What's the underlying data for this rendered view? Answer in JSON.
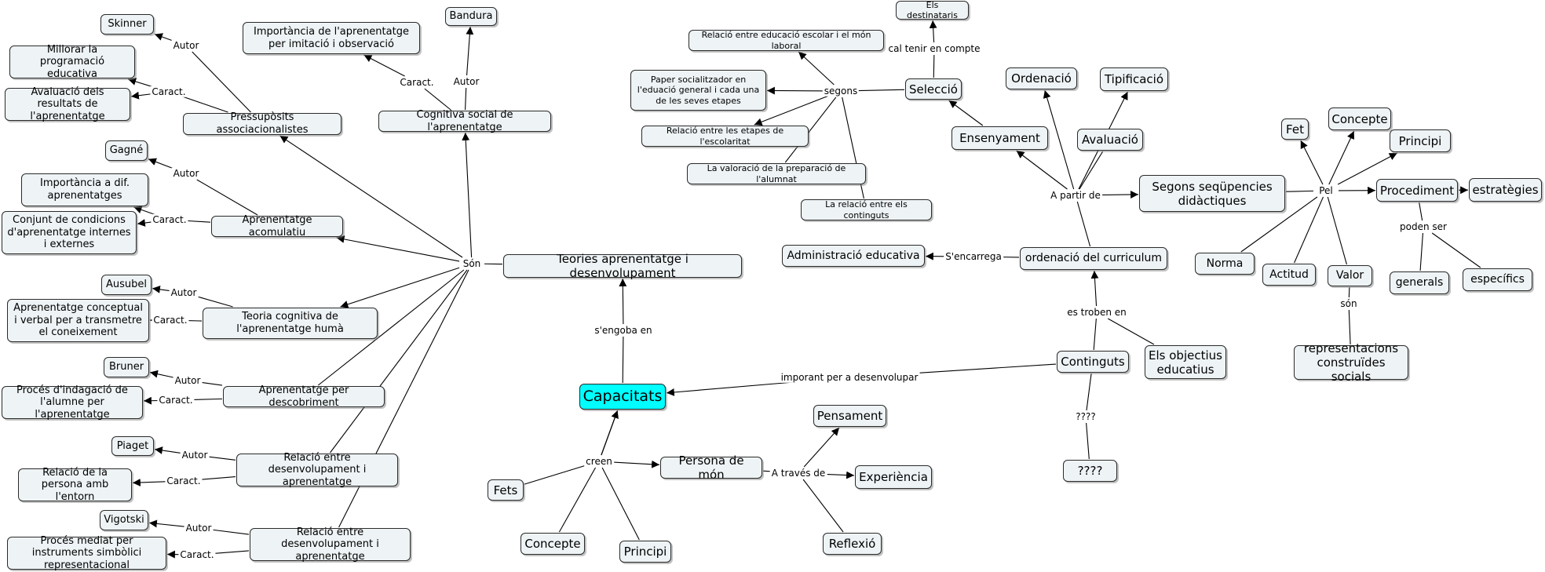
{
  "nodes": [
    {
      "id": "capacitats",
      "text": "Capacitats",
      "main": true
    },
    {
      "id": "teories",
      "text": "Teories aprenentatge i desenvolupament"
    },
    {
      "id": "persona",
      "text": "Persona de món"
    },
    {
      "id": "pensament",
      "text": "Pensament"
    },
    {
      "id": "experiencia",
      "text": "Experiència"
    },
    {
      "id": "reflexio",
      "text": "Reflexió"
    },
    {
      "id": "fets",
      "text": "Fets"
    },
    {
      "id": "concepte1",
      "text": "Concepte"
    },
    {
      "id": "principi1",
      "text": "Principi"
    },
    {
      "id": "skinner",
      "text": "Skinner"
    },
    {
      "id": "millorar",
      "text": "Millorar la programació educativa"
    },
    {
      "id": "avaluacio_res",
      "text": "Avaluació dels resultats de l'aprenentatge"
    },
    {
      "id": "pressuposits",
      "text": "Pressupòsits associacionalistes"
    },
    {
      "id": "importancia_imit",
      "text": "Importància de l'aprenentatge per imitació i observació"
    },
    {
      "id": "bandura",
      "text": "Bandura"
    },
    {
      "id": "cognitiva_social",
      "text": "Cognitiva social de l'aprenentatge"
    },
    {
      "id": "gagne",
      "text": "Gagné"
    },
    {
      "id": "importancia_dif",
      "text": "Importància a dif. aprenentatges"
    },
    {
      "id": "conjunt",
      "text": "Conjunt de condicions d'aprenentatge internes i externes"
    },
    {
      "id": "acomulatiu",
      "text": "Aprenentatge acomulatiu"
    },
    {
      "id": "ausubel",
      "text": "Ausubel"
    },
    {
      "id": "conceptual",
      "text": "Aprenentatge conceptual i verbal per a transmetre el coneixement"
    },
    {
      "id": "teoria_cog",
      "text": "Teoria cognitiva de l'aprenentatge humà"
    },
    {
      "id": "bruner",
      "text": "Bruner"
    },
    {
      "id": "indagacio",
      "text": "Procés d'indagació de l'alumne per l'aprenentatge"
    },
    {
      "id": "descobriment",
      "text": "Aprenentatge per descobriment"
    },
    {
      "id": "piaget",
      "text": "Piaget"
    },
    {
      "id": "relacio_persona",
      "text": "Relació de la persona amb l'entorn"
    },
    {
      "id": "relacio_des1",
      "text": "Relació entre desenvolupament i aprenentatge"
    },
    {
      "id": "vigotski",
      "text": "Vigotski"
    },
    {
      "id": "proces_mediat",
      "text": "Procés mediat per instruments simbòlici representacional"
    },
    {
      "id": "relacio_des2",
      "text": "Relació entre desenvolupament i aprenentatge"
    },
    {
      "id": "destinataris",
      "text": "Els destinataris"
    },
    {
      "id": "relacio_laboral",
      "text": "Relació entre educació escolar i el món laboral"
    },
    {
      "id": "paper",
      "text": "Paper socialitzador en l'eduació general i cada una de les seves etapes"
    },
    {
      "id": "relacio_etapes",
      "text": "Relació entre les etapes de l'escolaritat"
    },
    {
      "id": "valoracio",
      "text": "La valoració de la preparació de l'alumnat"
    },
    {
      "id": "relacio_continguts",
      "text": "La relació entre els continguts"
    },
    {
      "id": "seleccio",
      "text": "Selecció"
    },
    {
      "id": "ordenacio",
      "text": "Ordenació"
    },
    {
      "id": "tipificacio",
      "text": "Tipificació"
    },
    {
      "id": "ensenyament",
      "text": "Ensenyament"
    },
    {
      "id": "avaluacio",
      "text": "Avaluació"
    },
    {
      "id": "segons_seq",
      "text": "Segons seqüpencies didàctiques"
    },
    {
      "id": "admin",
      "text": "Administració educativa"
    },
    {
      "id": "ordenacio_curr",
      "text": "ordenació del curriculum"
    },
    {
      "id": "continguts",
      "text": "Continguts"
    },
    {
      "id": "objectius",
      "text": "Els objectius educatius"
    },
    {
      "id": "qmarks",
      "text": "????"
    },
    {
      "id": "fet",
      "text": "Fet"
    },
    {
      "id": "concepte2",
      "text": "Concepte"
    },
    {
      "id": "principi2",
      "text": "Principi"
    },
    {
      "id": "procediment",
      "text": "Procediment"
    },
    {
      "id": "estrategies",
      "text": "estratègies"
    },
    {
      "id": "norma",
      "text": "Norma"
    },
    {
      "id": "actitud",
      "text": "Actitud"
    },
    {
      "id": "valor",
      "text": "Valor"
    },
    {
      "id": "generals",
      "text": "generals"
    },
    {
      "id": "especifics",
      "text": "específics"
    },
    {
      "id": "representacions",
      "text": "representacions construïdes socials"
    }
  ],
  "link_labels": [
    {
      "id": "lbl_son",
      "text": "Són"
    },
    {
      "id": "lbl_sengoba",
      "text": "s'engoba en"
    },
    {
      "id": "lbl_creen",
      "text": "creen"
    },
    {
      "id": "lbl_atraves",
      "text": "A través de"
    },
    {
      "id": "lbl_imporant",
      "text": "imporant per a desenvolupar"
    },
    {
      "id": "lbl_estroben",
      "text": "es troben en"
    },
    {
      "id": "lbl_qm",
      "text": "????"
    },
    {
      "id": "lbl_sencarrega",
      "text": "S'encarrega"
    },
    {
      "id": "lbl_apartir",
      "text": "A partir de"
    },
    {
      "id": "lbl_segons",
      "text": "segons"
    },
    {
      "id": "lbl_caltenir",
      "text": "cal tenir en compte"
    },
    {
      "id": "lbl_pel",
      "text": "Pel"
    },
    {
      "id": "lbl_podenser",
      "text": "poden ser"
    },
    {
      "id": "lbl_son2",
      "text": "són"
    },
    {
      "id": "lbl_autor_sk",
      "text": "Autor"
    },
    {
      "id": "lbl_caract_pres",
      "text": "Caract."
    },
    {
      "id": "lbl_caract_cog",
      "text": "Caract."
    },
    {
      "id": "lbl_autor_band",
      "text": "Autor"
    },
    {
      "id": "lbl_autor_gag",
      "text": "Autor"
    },
    {
      "id": "lbl_caract_acom",
      "text": "Caract."
    },
    {
      "id": "lbl_autor_aus",
      "text": "Autor"
    },
    {
      "id": "lbl_caract_teo",
      "text": "Caract."
    },
    {
      "id": "lbl_autor_bru",
      "text": "Autor"
    },
    {
      "id": "lbl_caract_desc",
      "text": "Caract."
    },
    {
      "id": "lbl_autor_pia",
      "text": "Autor"
    },
    {
      "id": "lbl_caract_rel1",
      "text": "Caract."
    },
    {
      "id": "lbl_autor_vig",
      "text": "Autor"
    },
    {
      "id": "lbl_caract_rel2",
      "text": "Caract."
    }
  ],
  "colors": {
    "node_fill": "#eef3f5",
    "main_fill": "#00ffff",
    "line": "#000000"
  }
}
